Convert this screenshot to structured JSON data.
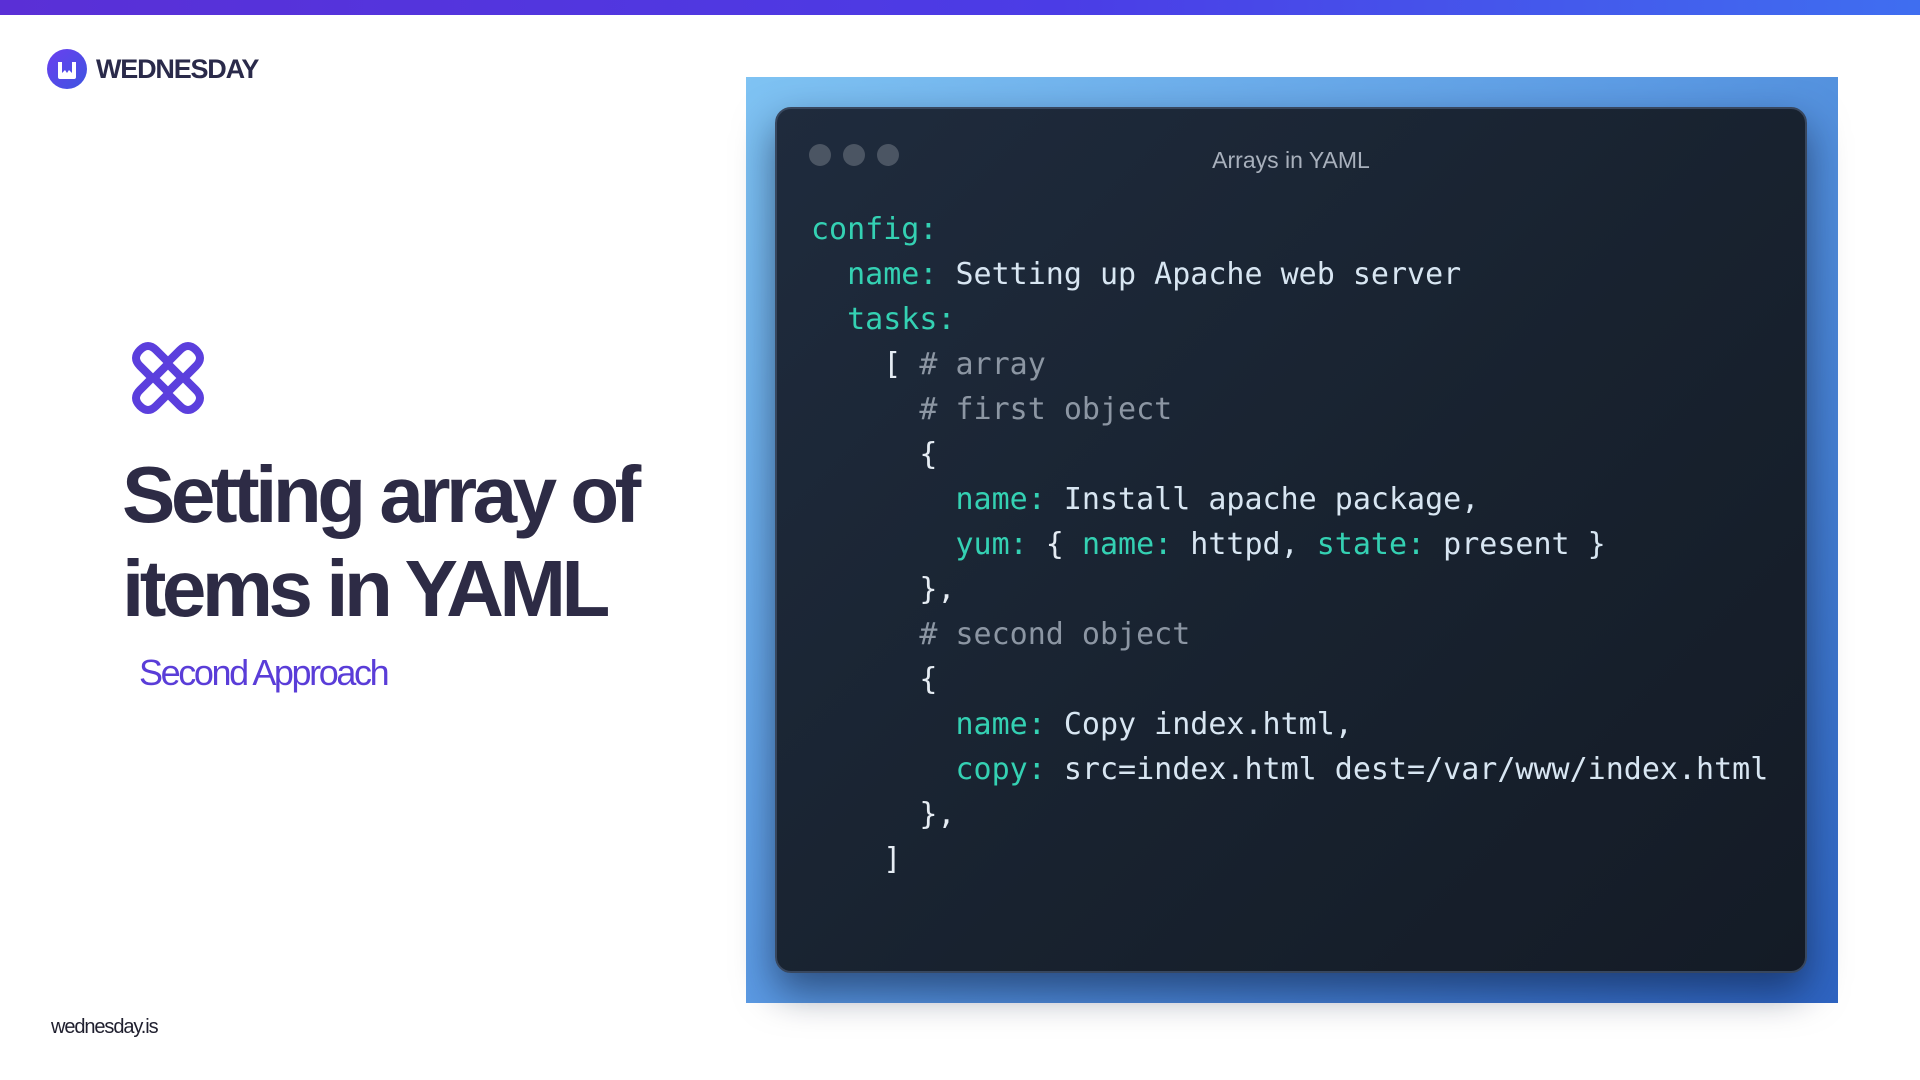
{
  "brand": {
    "name": "WEDNESDAY",
    "url": "wednesday.is"
  },
  "slide": {
    "title_line1": "Setting array of",
    "title_line2": "items in YAML",
    "subtitle": "Second Approach"
  },
  "code_window": {
    "title": "Arrays in YAML",
    "lines": [
      {
        "indent": "",
        "k": "config:",
        "v": "",
        "c": ""
      },
      {
        "indent": "  ",
        "k": "name:",
        "v": " Setting up Apache web server",
        "c": ""
      },
      {
        "indent": "  ",
        "k": "tasks:",
        "v": "",
        "c": ""
      },
      {
        "indent": "    ",
        "k": "",
        "v": "[ ",
        "c": "# array"
      },
      {
        "indent": "      ",
        "k": "",
        "v": "",
        "c": "# first object"
      },
      {
        "indent": "      ",
        "k": "",
        "v": "{",
        "c": ""
      },
      {
        "indent": "        ",
        "k": "name:",
        "v": " Install apache package,",
        "c": ""
      },
      {
        "indent": "        ",
        "k": "yum:",
        "v": " { ",
        "c": "",
        "k2": "name:",
        "v2": " httpd, ",
        "k3": "state:",
        "v3": " present }"
      },
      {
        "indent": "      ",
        "k": "",
        "v": "},",
        "c": ""
      },
      {
        "indent": "      ",
        "k": "",
        "v": "",
        "c": "# second object"
      },
      {
        "indent": "      ",
        "k": "",
        "v": "{",
        "c": ""
      },
      {
        "indent": "        ",
        "k": "name:",
        "v": " Copy index.html,",
        "c": ""
      },
      {
        "indent": "        ",
        "k": "copy:",
        "v": " src=index.html dest=/var/www/index.html",
        "c": ""
      },
      {
        "indent": "      ",
        "k": "",
        "v": "},",
        "c": ""
      },
      {
        "indent": "    ",
        "k": "",
        "v": "]",
        "c": ""
      }
    ]
  },
  "colors": {
    "accent": "#5a3dd8",
    "title": "#2d2b45",
    "code_key": "#34d1b3",
    "code_comment": "#8c96a3",
    "code_bg": "#18222f"
  },
  "icons": {
    "brand": "wednesday-logo-icon",
    "hero": "interlocked-loops-icon"
  }
}
